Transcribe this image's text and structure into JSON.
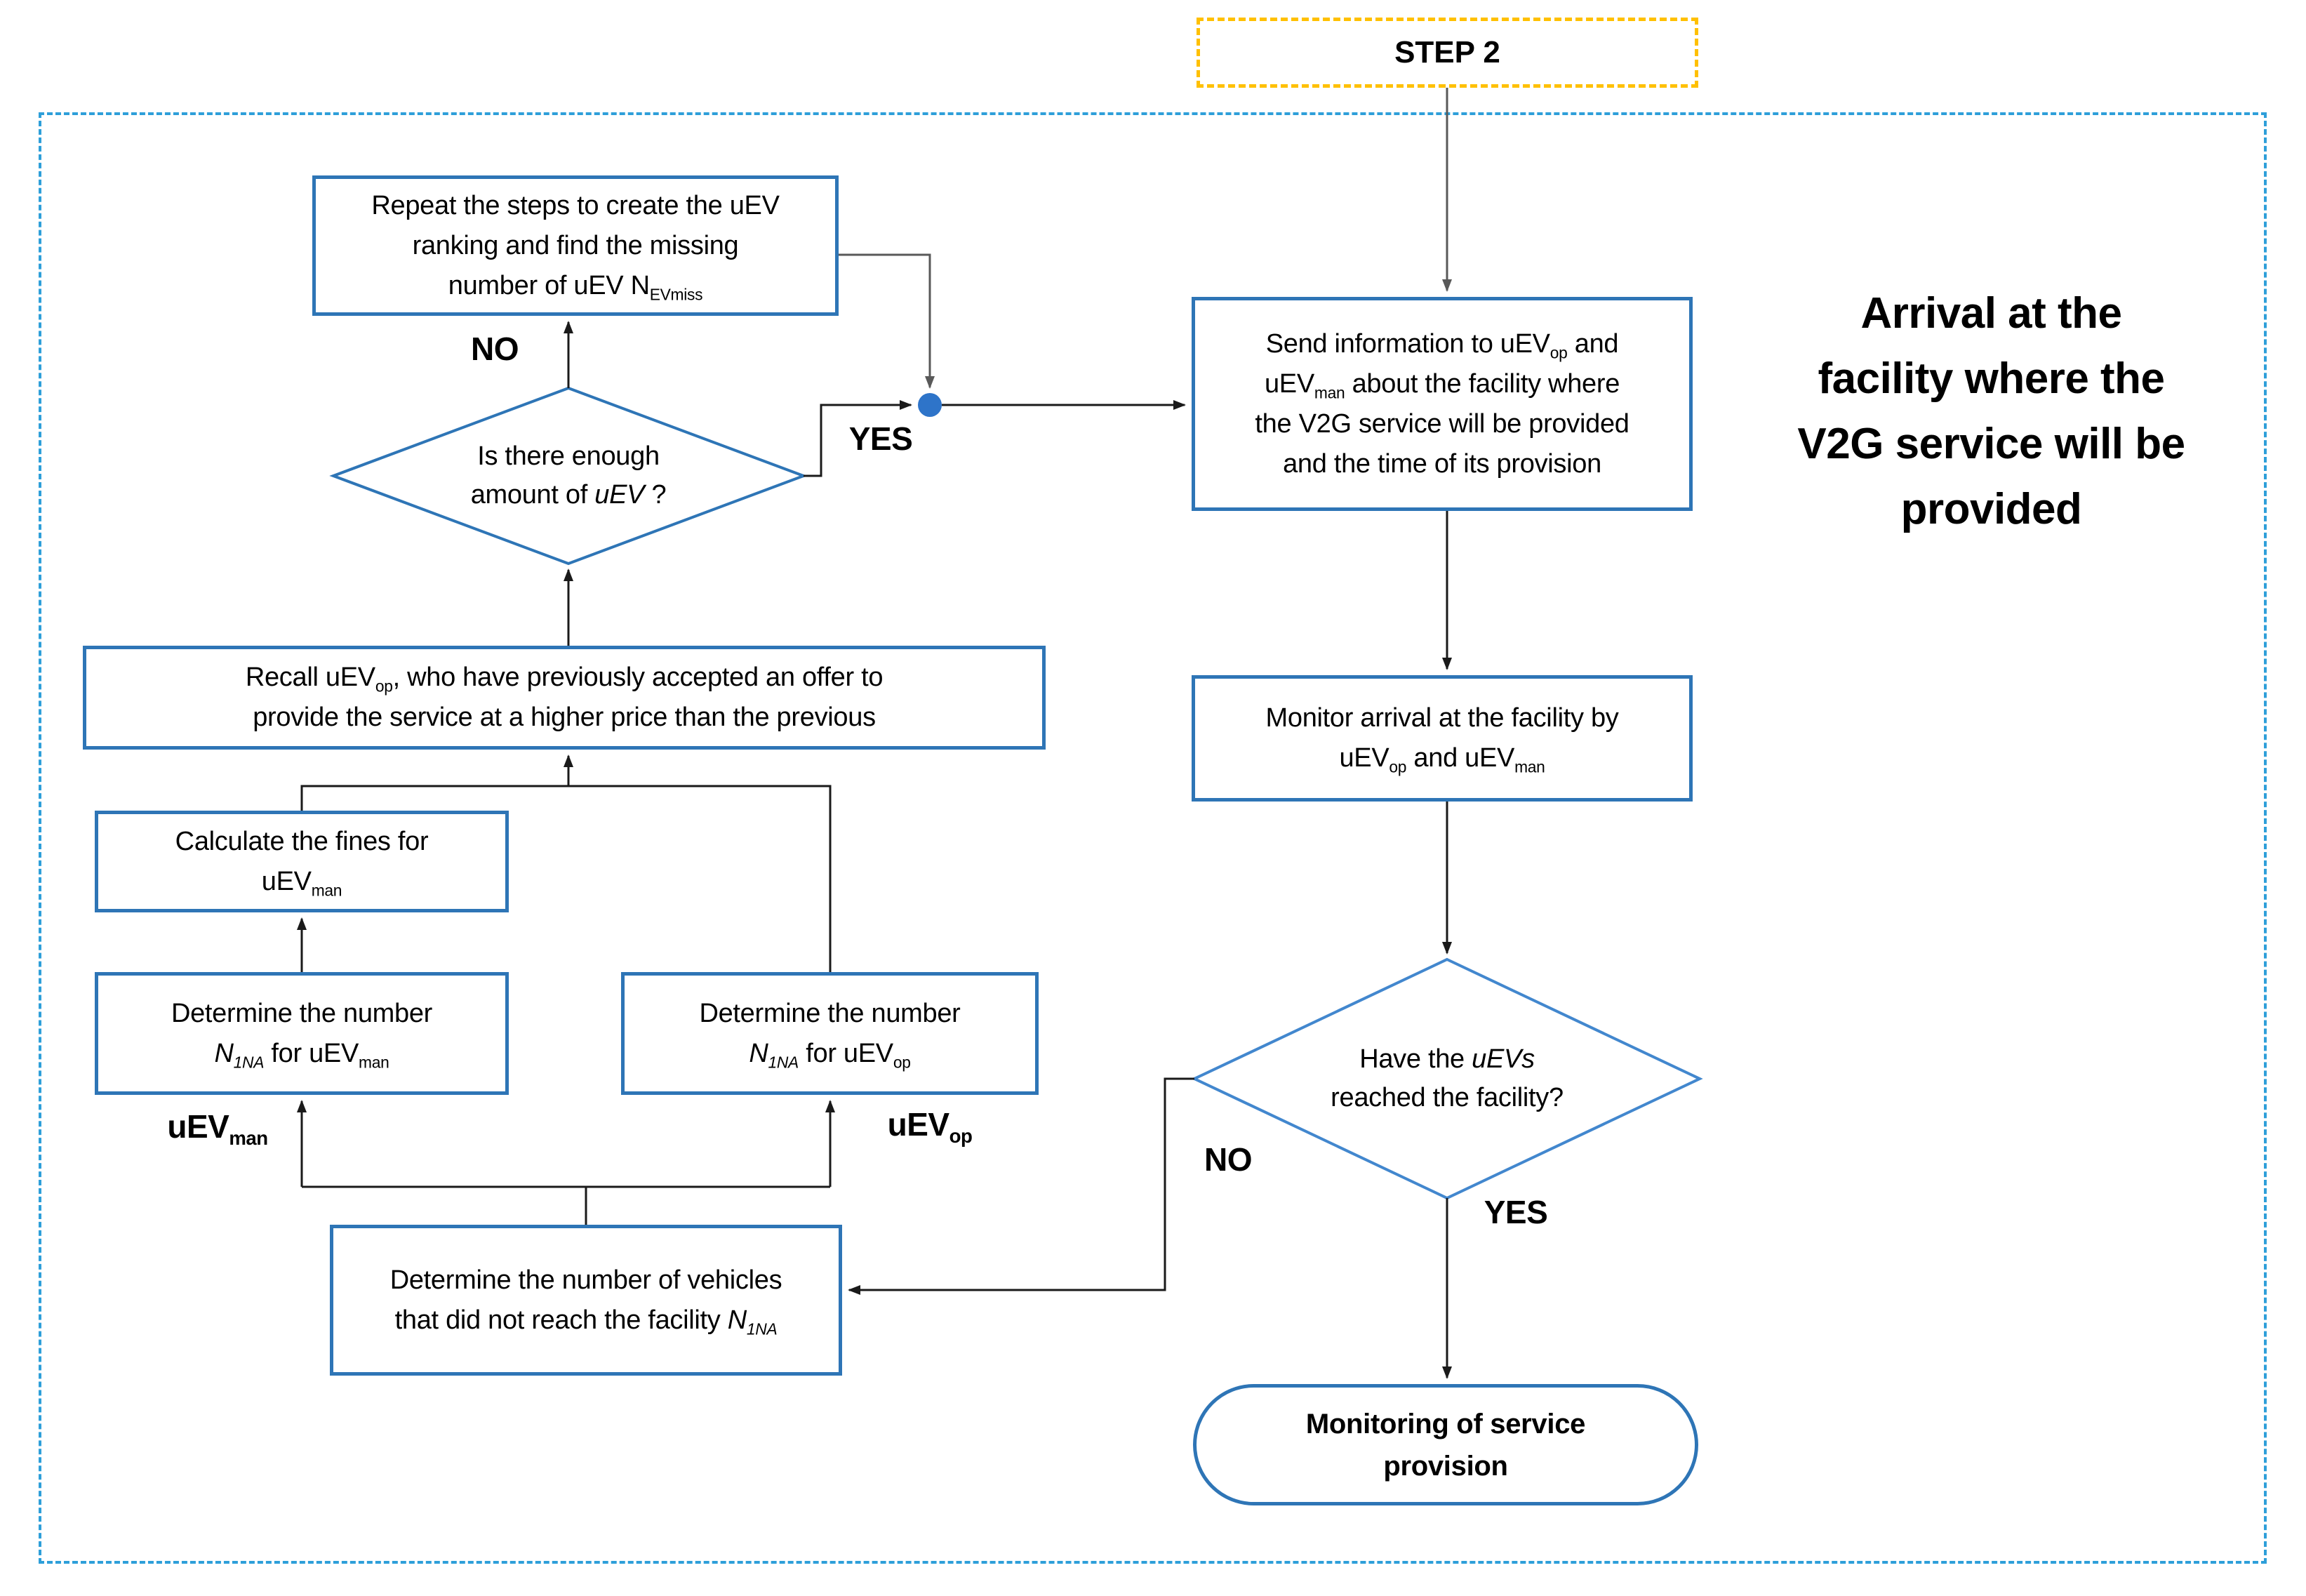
{
  "diagram": {
    "step_label": "STEP 2",
    "side_title": [
      {
        "t": "Arrival at the"
      },
      {
        "br": true
      },
      {
        "t": "facility where the"
      },
      {
        "br": true
      },
      {
        "t": "V2G service will be"
      },
      {
        "br": true
      },
      {
        "t": "provided"
      }
    ],
    "nodes": {
      "repeat": [
        {
          "t": "Repeat the steps to create the uEV"
        },
        {
          "br": true
        },
        {
          "t": "ranking and find the missing"
        },
        {
          "br": true
        },
        {
          "t": "number of uEV N"
        },
        {
          "sub": "EVmiss"
        }
      ],
      "decision1": [
        {
          "t": "Is there enough"
        },
        {
          "br": true
        },
        {
          "t": "amount of "
        },
        {
          "t": "uEV",
          "it": true
        },
        {
          "t": " ?"
        }
      ],
      "recall": [
        {
          "t": "Recall uEV"
        },
        {
          "sub": "op"
        },
        {
          "t": ", who have previously accepted an offer to"
        },
        {
          "br": true
        },
        {
          "t": "provide the service at a higher price than the previous"
        }
      ],
      "fines": [
        {
          "t": "Calculate the fines for"
        },
        {
          "br": true
        },
        {
          "t": "uEV"
        },
        {
          "sub": "man"
        }
      ],
      "n1na_man": [
        {
          "t": "Determine the number"
        },
        {
          "br": true
        },
        {
          "t": "N",
          "it": true
        },
        {
          "sub": "1NA",
          "it": true
        },
        {
          "t": " for uEV"
        },
        {
          "sub": "man"
        }
      ],
      "n1na_op": [
        {
          "t": "Determine the number"
        },
        {
          "br": true
        },
        {
          "t": "N",
          "it": true
        },
        {
          "sub": "1NA",
          "it": true
        },
        {
          "t": " for uEV"
        },
        {
          "sub": "op"
        }
      ],
      "vehicles": [
        {
          "t": "Determine the number of vehicles"
        },
        {
          "br": true
        },
        {
          "t": "that did not reach the facility "
        },
        {
          "t": "N",
          "it": true
        },
        {
          "sub": "1NA",
          "it": true
        }
      ],
      "send": [
        {
          "t": "Send information to uEV"
        },
        {
          "sub": "op"
        },
        {
          "t": " and"
        },
        {
          "br": true
        },
        {
          "t": "uEV"
        },
        {
          "sub": "man"
        },
        {
          "t": " about the facility where"
        },
        {
          "br": true
        },
        {
          "t": "the V2G service will be provided"
        },
        {
          "br": true
        },
        {
          "t": "and the time of its provision"
        }
      ],
      "monitor": [
        {
          "t": "Monitor arrival at the facility by"
        },
        {
          "br": true
        },
        {
          "t": "uEV"
        },
        {
          "sub": "op"
        },
        {
          "t": " and uEV"
        },
        {
          "sub": "man"
        }
      ],
      "decision2": [
        {
          "t": "Have the "
        },
        {
          "t": "uEVs",
          "it": true
        },
        {
          "br": true
        },
        {
          "t": "reached the facility?"
        }
      ],
      "terminal": [
        {
          "t": "Monitoring of service"
        },
        {
          "br": true
        },
        {
          "t": "provision"
        }
      ]
    },
    "edge_labels": {
      "no_left": "NO",
      "yes_left": "YES",
      "no_right": "NO",
      "yes_right": "YES",
      "uev_man": [
        {
          "t": "uEV"
        },
        {
          "sub": "man"
        }
      ],
      "uev_op": [
        {
          "t": "uEV"
        },
        {
          "sub": "op"
        }
      ]
    },
    "colors": {
      "box_border": "#2E75B6",
      "diamond_right_border": "#4287CE",
      "outer_border": "#2E9FD9",
      "step_border": "#FFC000",
      "junction_dot": "#2E74C9",
      "line": "#1a1a1a",
      "line_gray": "#595959"
    }
  }
}
